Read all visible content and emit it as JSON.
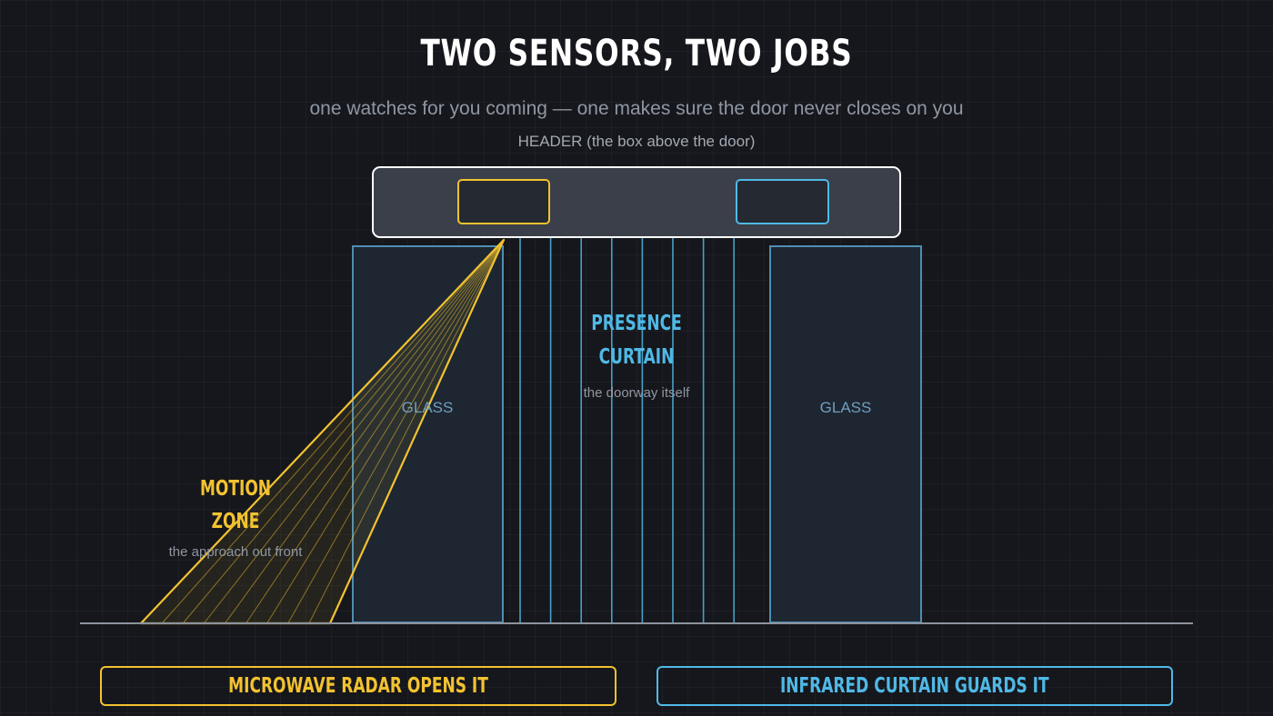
{
  "title": "TWO SENSORS, TWO JOBS",
  "subtitle": "one watches for you coming — one makes sure the door never closes on you",
  "header_label": "HEADER  (the box above the door)",
  "presence_zone": {
    "title_line1": "PRESENCE",
    "title_line2": "CURTAIN",
    "caption": "the doorway itself"
  },
  "motion_zone": {
    "title_line1": "MOTION",
    "title_line2": "ZONE",
    "caption": "the approach out front"
  },
  "glass_left": "GLASS",
  "glass_right": "GLASS",
  "buttons": {
    "radar": "MICROWAVE RADAR OPENS IT",
    "infrared": "INFRARED CURTAIN GUARDS IT"
  },
  "colors": {
    "radar": "#f2c230",
    "infrared": "#4fb9e6",
    "glass_fill": "#1e2631",
    "glass_stroke": "#4f8db3",
    "header_fill": "#3a3f49",
    "background": "#16171c"
  },
  "presence_beam_count": 8,
  "radar_beam_count": 9
}
